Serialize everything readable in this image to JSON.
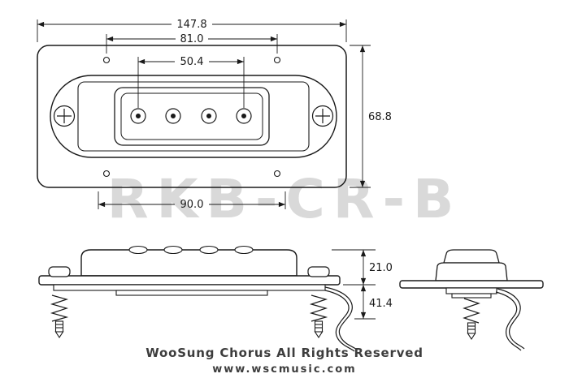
{
  "watermark": "RKB-CR-B",
  "dimensions": {
    "overall_width": "147.8",
    "hole_spacing": "81.0",
    "pole_spacing": "50.4",
    "overall_height": "68.8",
    "base_spacing": "90.0",
    "cover_height": "21.0",
    "total_height": "41.4"
  },
  "footer": {
    "copyright": "WooSung Chorus All Rights Reserved",
    "website": "www.wscmusic.com"
  }
}
